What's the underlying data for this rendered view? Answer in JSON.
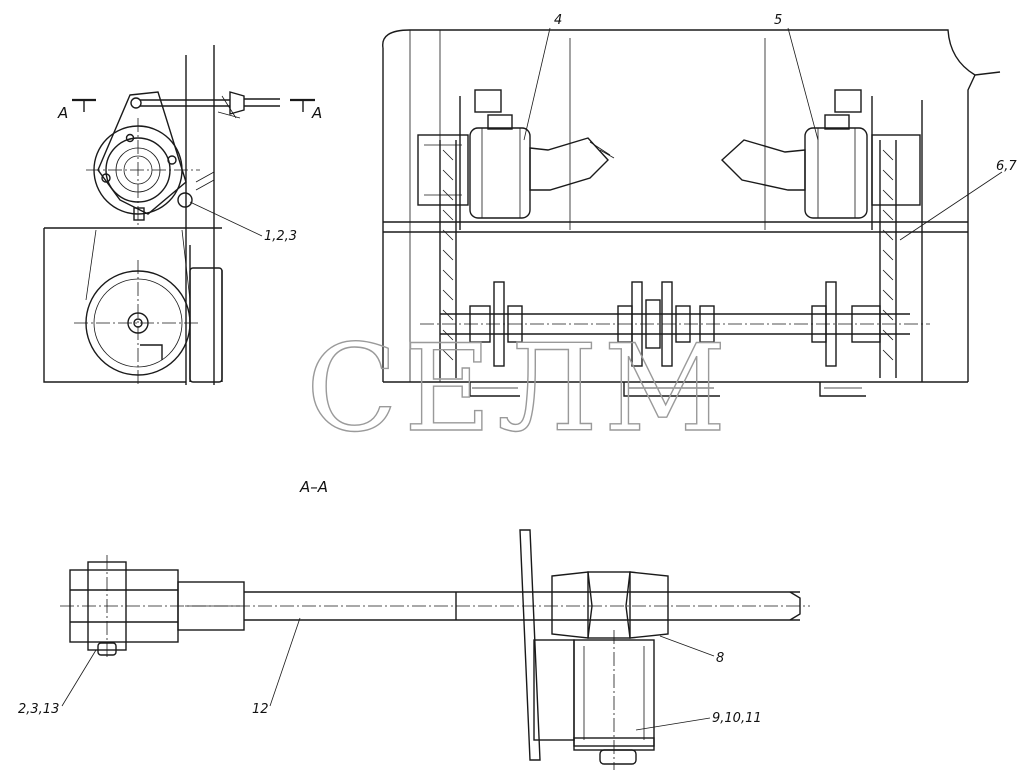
{
  "watermark": "СЕЛМ",
  "section": {
    "marker_left": "A",
    "marker_right": "A",
    "title": "A–A"
  },
  "callouts": {
    "c4": "4",
    "c5": "5",
    "c67": "6,7",
    "c123": "1,2,3",
    "c2313": "2,3,13",
    "c12": "12",
    "c8": "8",
    "c91011": "9,10,11"
  }
}
